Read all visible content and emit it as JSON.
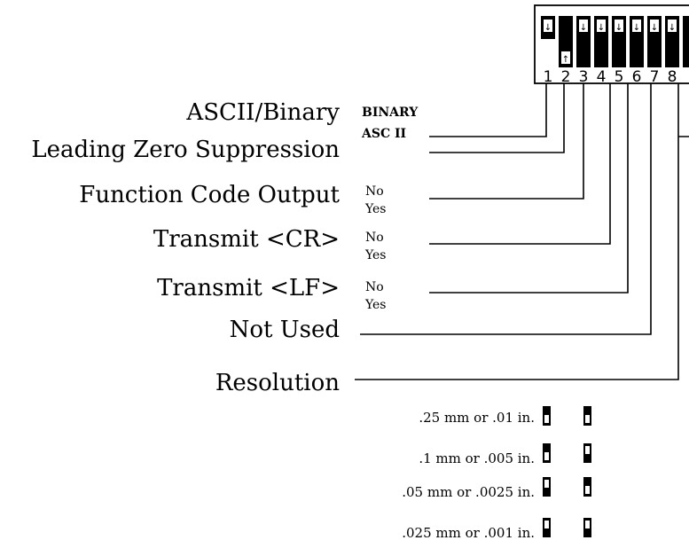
{
  "switch_numbers": [
    "1",
    "2",
    "3",
    "4",
    "5",
    "6",
    "7",
    "8"
  ],
  "functions": [
    {
      "label": "ASCII/Binary",
      "options": [
        "BINARY",
        "ASC II"
      ]
    },
    {
      "label": "Leading Zero Suppression",
      "options": []
    },
    {
      "label": "Function Code Output",
      "options": [
        "No",
        "Yes"
      ]
    },
    {
      "label": "Transmit <CR>",
      "options": [
        "No",
        "Yes"
      ]
    },
    {
      "label": "Transmit <LF>",
      "options": [
        "No",
        "Yes"
      ]
    },
    {
      "label": "Not Used",
      "options": []
    },
    {
      "label": "Resolution",
      "options": []
    }
  ],
  "resolutions": [
    ".25 mm or .01 in.",
    ".1 mm or .005 in.",
    ".05 mm or .0025 in.",
    ".025 mm or .001 in."
  ]
}
